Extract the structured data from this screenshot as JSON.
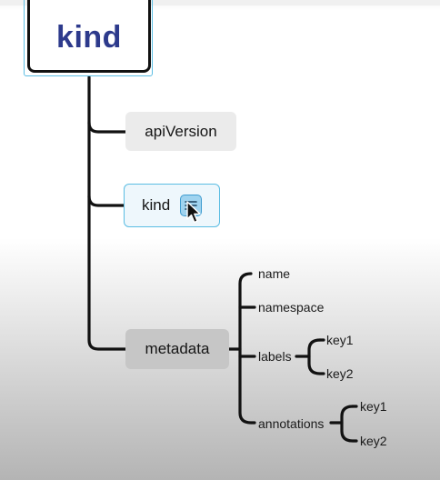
{
  "mindmap": {
    "root": {
      "label": "kind"
    },
    "children": [
      {
        "label": "apiVersion"
      },
      {
        "label": "kind",
        "selected": true
      },
      {
        "label": "metadata",
        "children": [
          {
            "label": "name"
          },
          {
            "label": "namespace"
          },
          {
            "label": "labels",
            "children": [
              {
                "label": "key1"
              },
              {
                "label": "key2"
              }
            ]
          },
          {
            "label": "annotations",
            "children": [
              {
                "label": "key1"
              },
              {
                "label": "key2"
              }
            ]
          }
        ]
      }
    ]
  },
  "icons": {
    "note_button": "notes-icon",
    "cursor": "mouse-pointer-icon"
  },
  "colors": {
    "root_text": "#2d3a8c",
    "selection": "#5bbde3",
    "note_button_fill": "#9fd3ef"
  }
}
